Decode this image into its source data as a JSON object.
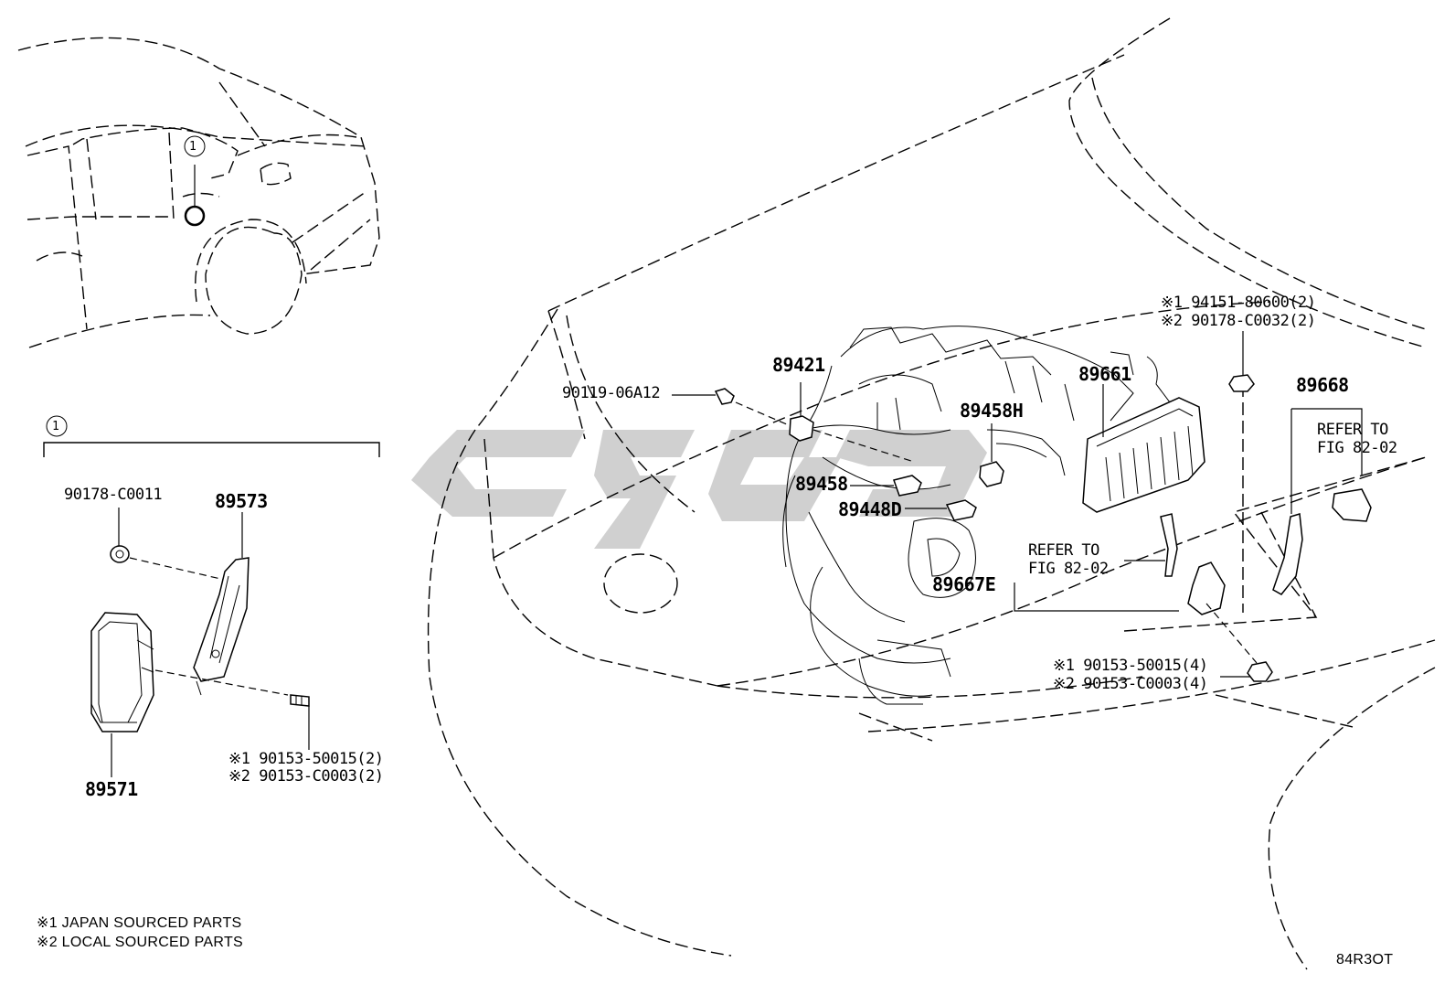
{
  "callout": {
    "number": "1"
  },
  "inset": {
    "parts": {
      "nut": "90178-C0011",
      "bracket": "89573",
      "module": "89571",
      "bolt_jp": "※1 90153-50015(2)",
      "bolt_local": "※2 90153-C0003(2)"
    }
  },
  "main": {
    "parts": {
      "bolt_left": "90119-06A12",
      "bracket_89421": "89421",
      "sensor_89458h": "89458H",
      "sensor_89458": "89458",
      "sensor_89448d": "89448D",
      "ecu": "89661",
      "bracket_89667e": "89667E",
      "bracket_89668": "89668",
      "nut_jp": "※1 94151-80600(2)",
      "nut_local": "※2 90178-C0032(2)",
      "bolt_jp": "※1 90153-50015(4)",
      "bolt_local": "※2 90153-C0003(4)"
    },
    "refer_a": [
      "REFER TO",
      "FIG 82-02"
    ],
    "refer_b": [
      "REFER TO",
      "FIG 82-02"
    ]
  },
  "legend": {
    "japan": "※1 JAPAN SOURCED PARTS",
    "local": "※2 LOCAL SOURCED PARTS"
  },
  "diagram_code": "84R3OT"
}
